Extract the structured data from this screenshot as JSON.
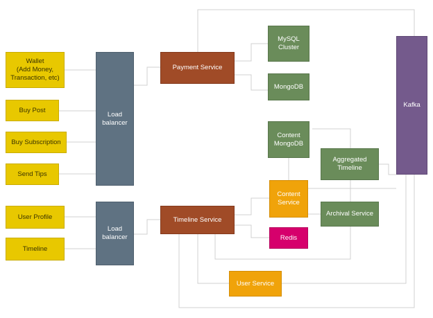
{
  "colors": {
    "client": "#e8c800",
    "load_balancer": "#5f7282",
    "service": "#a04b27",
    "datastore": "#6a8c5a",
    "content_service": "#f0a30a",
    "redis": "#d6006c",
    "kafka": "#745a8c",
    "connector": "#d0d0d0"
  },
  "clients_top": {
    "wallet": "Wallet\n(Add Money,\nTransaction, etc)",
    "buy_post": "Buy Post",
    "buy_subscription": "Buy Subscription",
    "send_tips": "Send Tips"
  },
  "clients_bottom": {
    "user_profile": "User Profile",
    "timeline": "Timeline"
  },
  "load_balancers": {
    "top": "Load\nbalancer",
    "bottom": "Load\nbalancer"
  },
  "services": {
    "payment": "Payment Service",
    "timeline": "Timeline Service",
    "user": "User Service",
    "content": "Content\nService",
    "aggregated_timeline": "Aggregated\nTimeline",
    "archival": "Archival Service"
  },
  "datastores": {
    "mysql": "MySQL\nCluster",
    "mongodb": "MongoDB",
    "content_mongodb": "Content\nMongoDB",
    "redis": "Redis"
  },
  "kafka": "Kafka"
}
